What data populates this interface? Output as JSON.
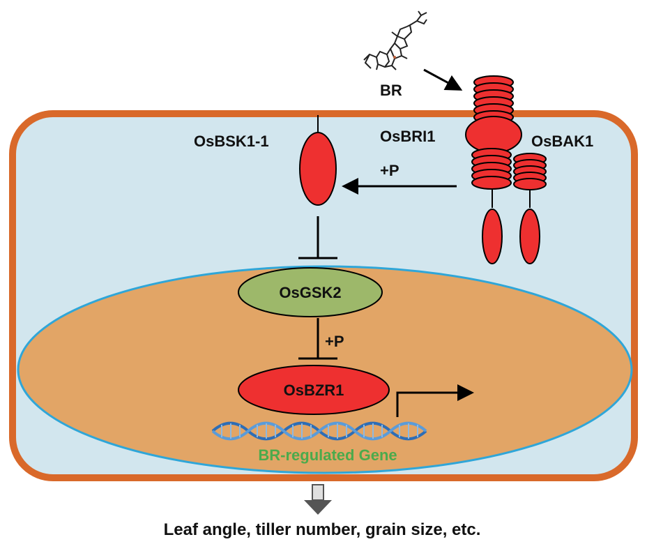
{
  "labels": {
    "br": "BR",
    "osbri1": "OsBRI1",
    "osbak1": "OsBAK1",
    "osbsk1_1": "OsBSK1-1",
    "phospho_bsk": "+P",
    "osgsk2": "OsGSK2",
    "phospho_bzr": "+P",
    "osbzr1": "OsBZR1",
    "gene": "BR-regulated Gene",
    "outcome": "Leaf angle, tiller number, grain size, etc."
  },
  "colors": {
    "cell_wall": "#D9692A",
    "cytoplasm": "#D2E6EE",
    "nucleus": "#E2A566",
    "nucleus_border": "#2FA6D8",
    "protein_red": "#EE3030",
    "osgsk2_green": "#9DB86A",
    "gene_text": "#4CAA4C",
    "dna_blue": "#2E6DB5",
    "down_arrow": "#555555"
  }
}
